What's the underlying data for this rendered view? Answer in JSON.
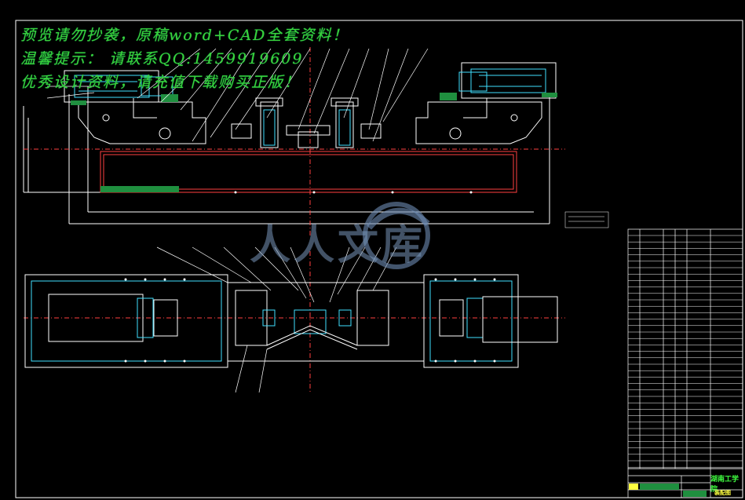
{
  "watermark": {
    "line1": "预览请勿抄袭，原稿word+CAD全套资料！",
    "line2": "温馨提示：  请联系QQ:1459919609",
    "line3": "优秀设计资料，请充值下载购买正版！"
  },
  "logo": {
    "text": "人人文库"
  },
  "title_block": {
    "school": "湖南工学院",
    "drawing_label": "装配图"
  },
  "colors": {
    "background": "#000000",
    "outline": "#ffffff",
    "cyan": "#40e0ff",
    "yellow": "#ffff40",
    "green": "#40ff40",
    "red": "#ff4040",
    "magenta": "#ff40ff"
  }
}
